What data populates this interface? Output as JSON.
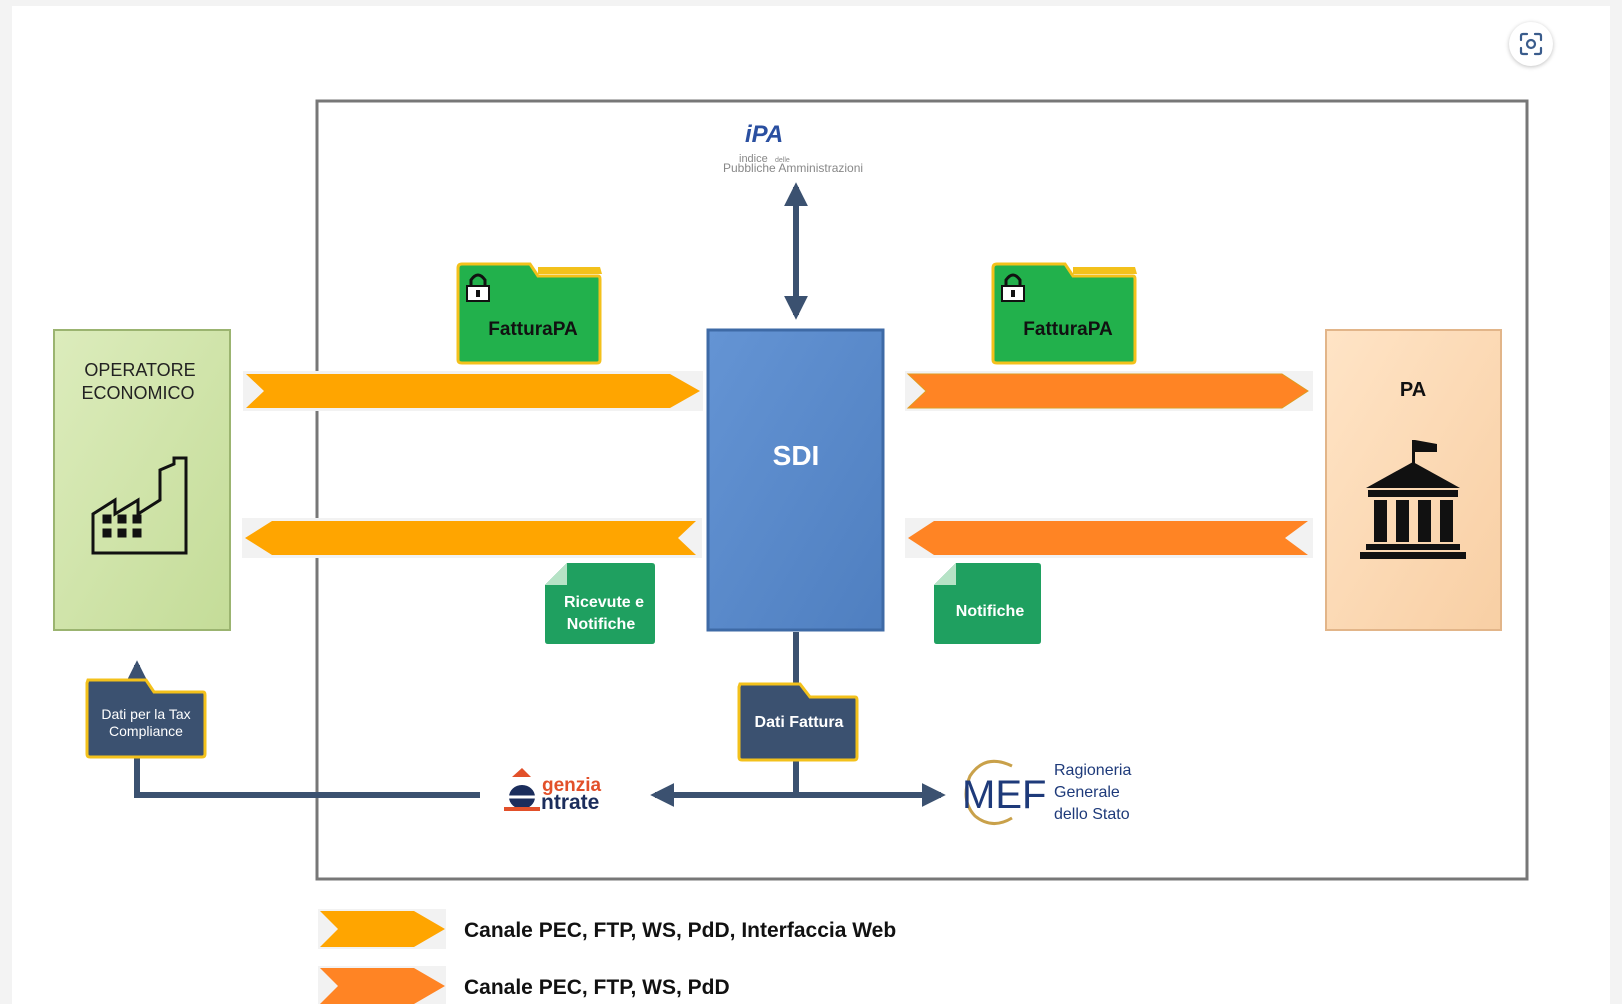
{
  "ipa": {
    "logo": "iPA",
    "line1": "indice",
    "line1_small": "delle",
    "line2": "Pubbliche Amministrazioni"
  },
  "operatore": {
    "line1": "OPERATORE",
    "line2": "ECONOMICO"
  },
  "sdi": {
    "label": "SDI"
  },
  "pa": {
    "label": "PA"
  },
  "folders": {
    "fattura_left": "FatturaPA",
    "fattura_right": "FatturaPA",
    "ricevute_line1": "Ricevute e",
    "ricevute_line2": "Notifiche",
    "notifiche": "Notifiche",
    "dati_fattura": "Dati Fattura",
    "tax_line1": "Dati per la Tax",
    "tax_line2": "Compliance"
  },
  "agenzia": {
    "part1": "genzia",
    "part2": "ntrate"
  },
  "mef": {
    "logo": "MEF",
    "line1": "Ragioneria",
    "line2": "Generale",
    "line3": "dello Stato"
  },
  "legend": [
    {
      "label": "Canale PEC, FTP, WS, PdD, Interfaccia Web",
      "color": "#ffa500"
    },
    {
      "label": "Canale PEC, FTP, WS, PdD",
      "color": "#ff8424"
    }
  ],
  "colors": {
    "navy": "#3b5170",
    "sdi_blue": "#5a8acb",
    "green_folder": "#22b14c",
    "green_doc": "#1fa060",
    "operatore_bg": "#cfe3a8",
    "pa_bg": "#fcd9b6"
  }
}
